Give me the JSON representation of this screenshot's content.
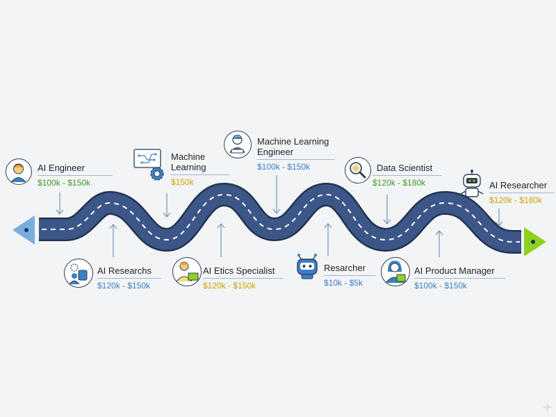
{
  "colors": {
    "road": "#3c5688",
    "road_edge": "#22344f",
    "road_dash": "#ffffff",
    "start_arrow": "#7aaee0",
    "end_arrow": "#8ed11f",
    "salary_green": "#3f9a23",
    "salary_yellow": "#c9a400",
    "salary_blue": "#3b7fc4",
    "connector": "#6f93b8"
  },
  "roadmap": {
    "milestones": [
      {
        "id": "ai-engineer",
        "title": "AI Engineer",
        "salary": "$100k - $150k",
        "salary_color": "green",
        "icon": "person-icon",
        "side": "top"
      },
      {
        "id": "machine-learning",
        "title": "Machine Learning",
        "salary": "$150k",
        "salary_color": "yellow",
        "icon": "circuit-gear-icon",
        "side": "top"
      },
      {
        "id": "ml-engineer",
        "title": "Machine Learning Engineer",
        "salary": "$100k - $150k",
        "salary_color": "blue",
        "icon": "engineer-laptop-icon",
        "side": "top"
      },
      {
        "id": "data-scientist",
        "title": "Data Scientist",
        "salary": "$120k - $180k",
        "salary_color": "green",
        "icon": "magnifier-icon",
        "side": "top"
      },
      {
        "id": "ai-researcher",
        "title": "AI Researcher",
        "salary": "$120k - $180k",
        "salary_color": "yellow",
        "icon": "robot-icon",
        "side": "top"
      },
      {
        "id": "ai-researchs",
        "title": "AI Researchs",
        "salary": "$120k - $150k",
        "salary_color": "blue",
        "icon": "gear-person-icon",
        "side": "bottom"
      },
      {
        "id": "ai-etics",
        "title": "AI Etics Specialist",
        "salary": "$120k - $150k",
        "salary_color": "yellow",
        "icon": "person-laptop-icon",
        "side": "bottom"
      },
      {
        "id": "resarcher",
        "title": "Resarcher",
        "salary": "$10k - $5k",
        "salary_color": "blue",
        "icon": "robot-head-icon",
        "side": "bottom"
      },
      {
        "id": "ai-product-manager",
        "title": "AI Product Manager",
        "salary": "$100k - $150k",
        "salary_color": "blue",
        "icon": "woman-tablet-icon",
        "side": "bottom"
      }
    ]
  }
}
